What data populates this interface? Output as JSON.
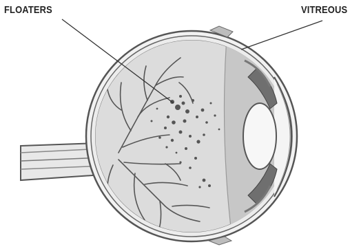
{
  "labels": {
    "floaters": "FLOATERS",
    "vitreous": "VITREOUS"
  },
  "colors": {
    "outline": "#555555",
    "sclera": "#f2f2f2",
    "vitreous_gel": "#dcdcdc",
    "vitreous_front": "#c4c4c4",
    "iris": "#6f6f6f",
    "lens": "#f7f7f7",
    "floater": "#555555",
    "vessel": "#555555"
  },
  "icons": {
    "diagram": "eye-cross-section"
  }
}
